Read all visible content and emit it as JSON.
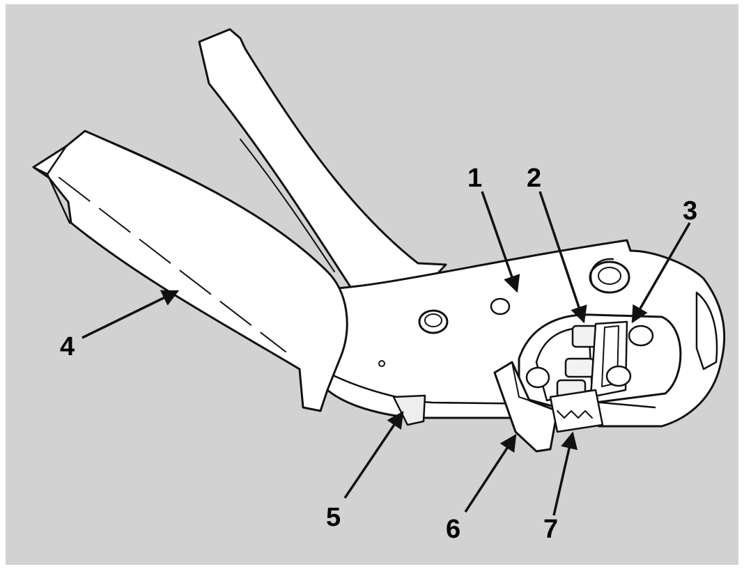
{
  "colors": {
    "background": "#d2d2d2",
    "frame": "#ffffff",
    "tool_fill": "#ffffff",
    "tool_shade": "#e8e8e8",
    "outline": "#111111"
  },
  "callouts": [
    {
      "label": "1"
    },
    {
      "label": "2"
    },
    {
      "label": "3"
    },
    {
      "label": "4"
    },
    {
      "label": "5"
    },
    {
      "label": "6"
    },
    {
      "label": "7"
    }
  ]
}
